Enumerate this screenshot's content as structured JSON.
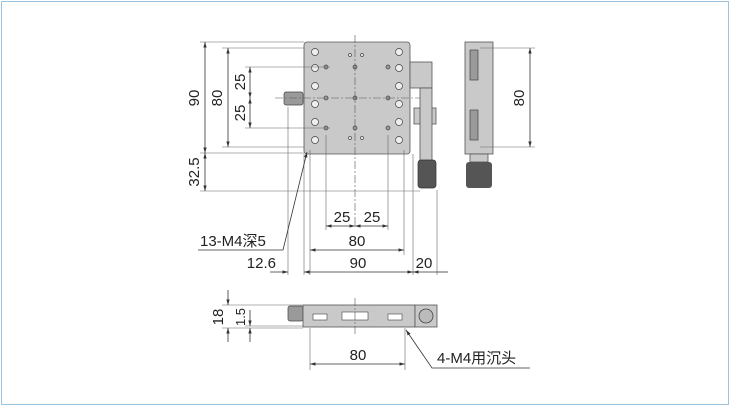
{
  "top_view": {
    "dim_90_height": "90",
    "dim_80_height": "80",
    "dim_25_upper": "25",
    "dim_25_lower": "25",
    "dim_32_5": "32.5",
    "dim_25_left": "25",
    "dim_25_right": "25",
    "dim_80_width": "80",
    "dim_90_width": "90",
    "dim_12_6": "12.6",
    "dim_20": "20",
    "callout_holes": "13-M4深5"
  },
  "side_view": {
    "dim_80": "80"
  },
  "front_view": {
    "dim_18": "18",
    "dim_1_5": "1.5",
    "dim_80": "80",
    "callout_counterbore": "4-M4用沉头"
  }
}
